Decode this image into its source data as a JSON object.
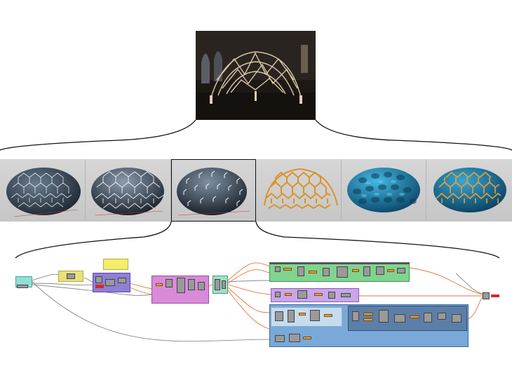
{
  "colors": {
    "bubble_yellow": "#f3ed6a",
    "group_yellow": "#e9e07a",
    "group_purple": "#8f7fd6",
    "group_magenta": "#d98ad9",
    "group_green": "#7fd48f",
    "group_violet": "#c9a6e8",
    "group_blue_light": "#c6dcef",
    "group_blue": "#79a9d8",
    "group_steel": "#5c7fa8",
    "cyan_param": "#8fe0d6",
    "wire_orange": "#e8743a",
    "wire_gray": "#8a8a8a",
    "dark_surface": "#2b3a4a",
    "hex_line": "#ffffff",
    "timber": "#d9942b",
    "teal_surface": "#1f8fbf"
  },
  "icons": {
    "photo": "pavilion-photo",
    "viewport_panels": [
      "hex-grid-ellipsoid",
      "hex-grid-ellipsoid-shaded",
      "node-markers-ellipsoid",
      "timber-lattice-ellipsoid",
      "woven-surface-ellipsoid",
      "woven-lattice-ellipsoid"
    ]
  }
}
